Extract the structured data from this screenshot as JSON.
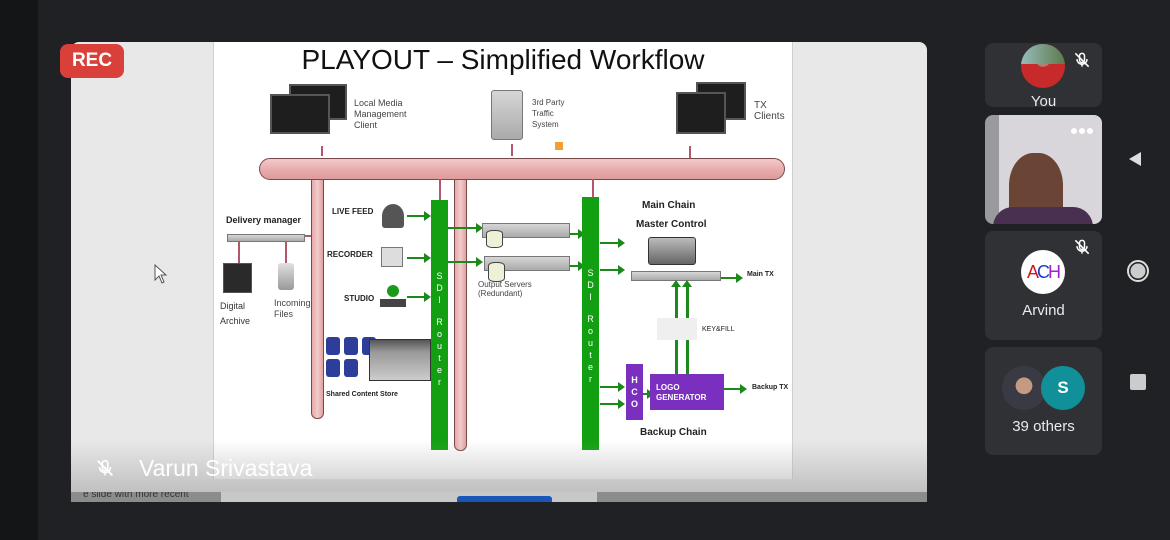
{
  "recording": {
    "label": "REC"
  },
  "slide": {
    "title": "PLAYOUT – Simplified Workflow",
    "top_nodes": {
      "local_media": [
        "Local Media",
        "Management",
        "Client"
      ],
      "traffic": [
        "3rd Party",
        "Traffic",
        "System"
      ],
      "tx_clients": [
        "TX",
        "Clients"
      ]
    },
    "delivery_manager": "Delivery manager",
    "digital_archive": [
      "Digital",
      "Archive"
    ],
    "incoming_files": [
      "Incoming",
      "Files"
    ],
    "inputs": [
      "LIVE FEED",
      "RECORDER",
      "STUDIO"
    ],
    "sdi_router_letters": [
      "S",
      "D",
      "I",
      "",
      "R",
      "o",
      "u",
      "t",
      "e",
      "r"
    ],
    "output_servers": [
      "Output Servers",
      "(Redundant)"
    ],
    "shared_content_store": "Shared Content Store",
    "main_chain": "Main Chain",
    "master_control": "Master Control",
    "main_tx": "Main TX",
    "key_fill": "KEY&FILL",
    "hco_letters": [
      "H",
      "C",
      "O"
    ],
    "logo_generator": [
      "LOGO",
      "GENERATOR"
    ],
    "backup_tx": "Backup TX",
    "backup_chain": "Backup Chain"
  },
  "presenter": {
    "name": "Varun Srivastava",
    "muted": true
  },
  "bottom_bar": {
    "partial_text": "e slide with more recent"
  },
  "participants": [
    {
      "name": "You",
      "muted": true
    },
    {
      "name": "",
      "video": true,
      "more_options": "..."
    },
    {
      "name": "Arvind",
      "avatar_text": "ACH",
      "muted": true
    },
    {
      "name": "39 others",
      "avatar_letter": "S"
    }
  ],
  "controls": {
    "back": "back-triangle",
    "home": "home-circle",
    "recents": "recents-square"
  },
  "colors": {
    "rec": "#d9403a",
    "sdi": "#12a012",
    "logo_gen": "#7b2fbe",
    "tile": "#303134",
    "avatar_s": "#12909a"
  }
}
